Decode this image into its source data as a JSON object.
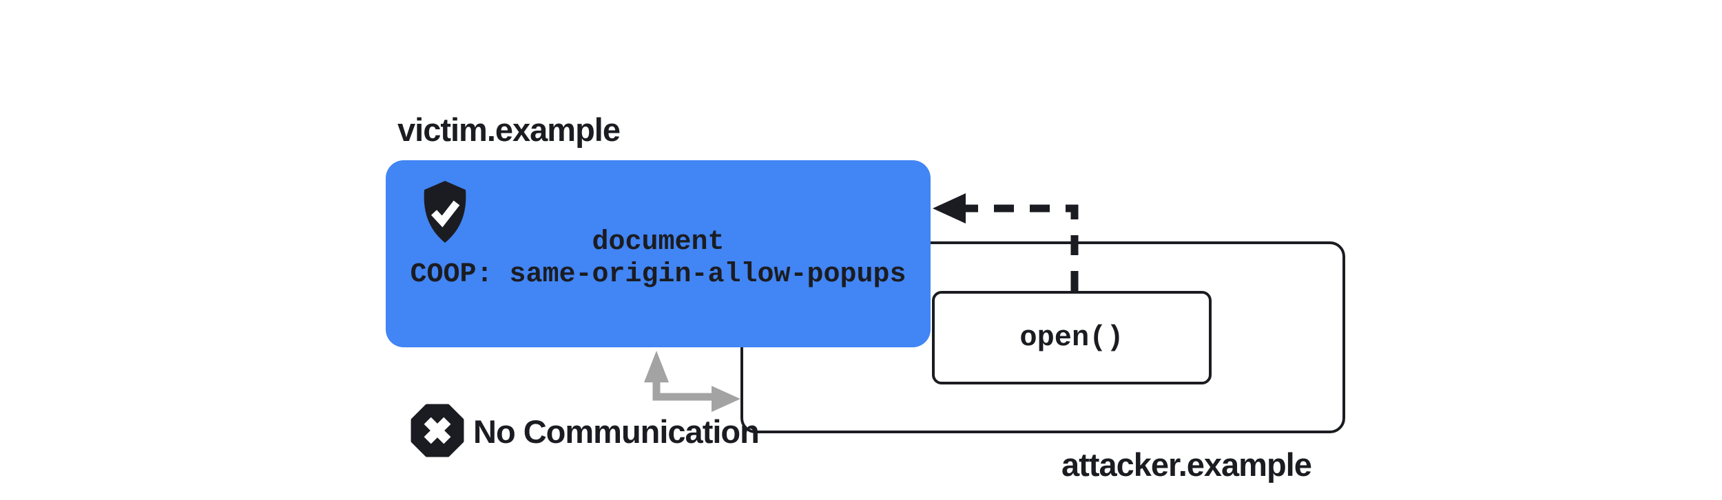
{
  "diagram": {
    "victim": {
      "domain_label": "victim.example",
      "document_label": "document",
      "coop_policy": "COOP: same-origin-allow-popups"
    },
    "attacker": {
      "domain_label": "attacker.example",
      "open_call_label": "open()"
    },
    "no_communication_label": "No Communication",
    "icons": {
      "victim_badge": "shield-check-icon",
      "blocked_badge": "x-octagon-icon"
    },
    "colors": {
      "victim_box_fill": "#4285f4",
      "ink": "#1b1c21",
      "arrow_gray": "#a3a3a3",
      "icon_mark": "#ffffff",
      "background": "#ffffff"
    }
  }
}
